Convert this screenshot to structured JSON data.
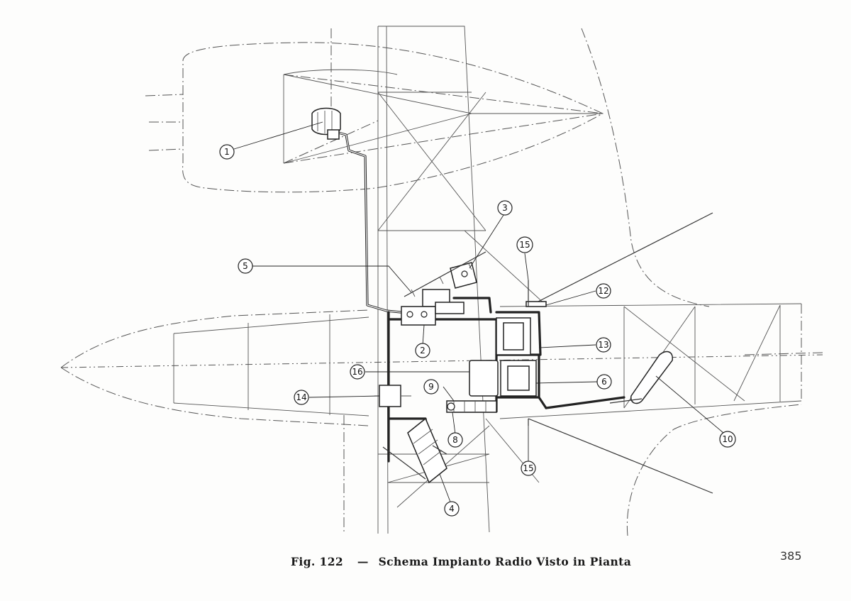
{
  "caption": {
    "figure": "Fig. 122",
    "dash": "—",
    "title": "Schema Impianto Radio Visto in Pianta"
  },
  "page_number": "385",
  "callouts": [
    "1",
    "2",
    "3",
    "4",
    "5",
    "6",
    "8",
    "9",
    "10",
    "12",
    "13",
    "14",
    "15",
    "15",
    "16"
  ]
}
